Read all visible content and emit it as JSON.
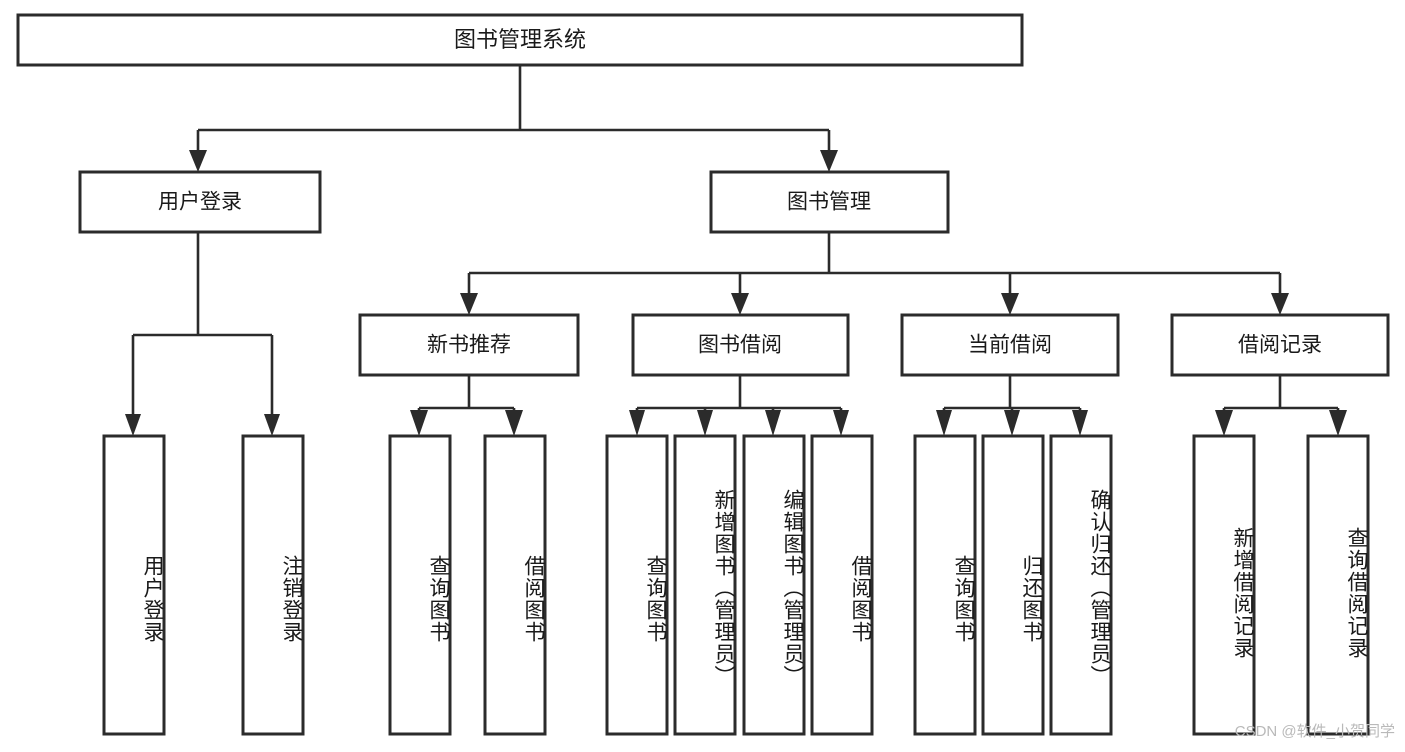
{
  "diagram": {
    "type": "tree",
    "title": "图书管理系统",
    "watermark": "CSDN @软件_小贺同学",
    "colors": {
      "box_stroke": "#2b2b2b",
      "box_fill": "#ffffff",
      "text": "#1a1a1a",
      "line": "#2b2b2b",
      "watermark": "#b9b9b9",
      "background": "#ffffff"
    },
    "root": {
      "id": "root",
      "label": "图书管理系统"
    },
    "level1": [
      {
        "id": "user-login",
        "label": "用户登录"
      },
      {
        "id": "book-manage",
        "label": "图书管理"
      }
    ],
    "level2": [
      {
        "id": "new-book-recommend",
        "label": "新书推荐",
        "parent": "book-manage"
      },
      {
        "id": "book-borrow",
        "label": "图书借阅",
        "parent": "book-manage"
      },
      {
        "id": "current-borrow",
        "label": "当前借阅",
        "parent": "book-manage"
      },
      {
        "id": "borrow-record",
        "label": "借阅记录",
        "parent": "book-manage"
      }
    ],
    "leaves": [
      {
        "id": "leaf-user-login",
        "label": "用户登录",
        "parent": "user-login"
      },
      {
        "id": "leaf-user-logout",
        "label": "注销登录",
        "parent": "user-login"
      },
      {
        "id": "leaf-query-book-1",
        "label": "查询图书",
        "parent": "new-book-recommend"
      },
      {
        "id": "leaf-borrow-book-1",
        "label": "借阅图书",
        "parent": "new-book-recommend"
      },
      {
        "id": "leaf-query-book-2",
        "label": "查询图书",
        "parent": "book-borrow"
      },
      {
        "id": "leaf-add-book",
        "label": "新增图书（管理员）",
        "parent": "book-borrow"
      },
      {
        "id": "leaf-edit-book",
        "label": "编辑图书（管理员）",
        "parent": "book-borrow"
      },
      {
        "id": "leaf-borrow-book-2",
        "label": "借阅图书",
        "parent": "book-borrow"
      },
      {
        "id": "leaf-query-book-3",
        "label": "查询图书",
        "parent": "current-borrow"
      },
      {
        "id": "leaf-return-book",
        "label": "归还图书",
        "parent": "current-borrow"
      },
      {
        "id": "leaf-confirm-return",
        "label": "确认归还（管理员）",
        "parent": "current-borrow"
      },
      {
        "id": "leaf-add-record",
        "label": "新增借阅记录",
        "parent": "borrow-record"
      },
      {
        "id": "leaf-query-record",
        "label": "查询借阅记录",
        "parent": "borrow-record"
      }
    ]
  }
}
